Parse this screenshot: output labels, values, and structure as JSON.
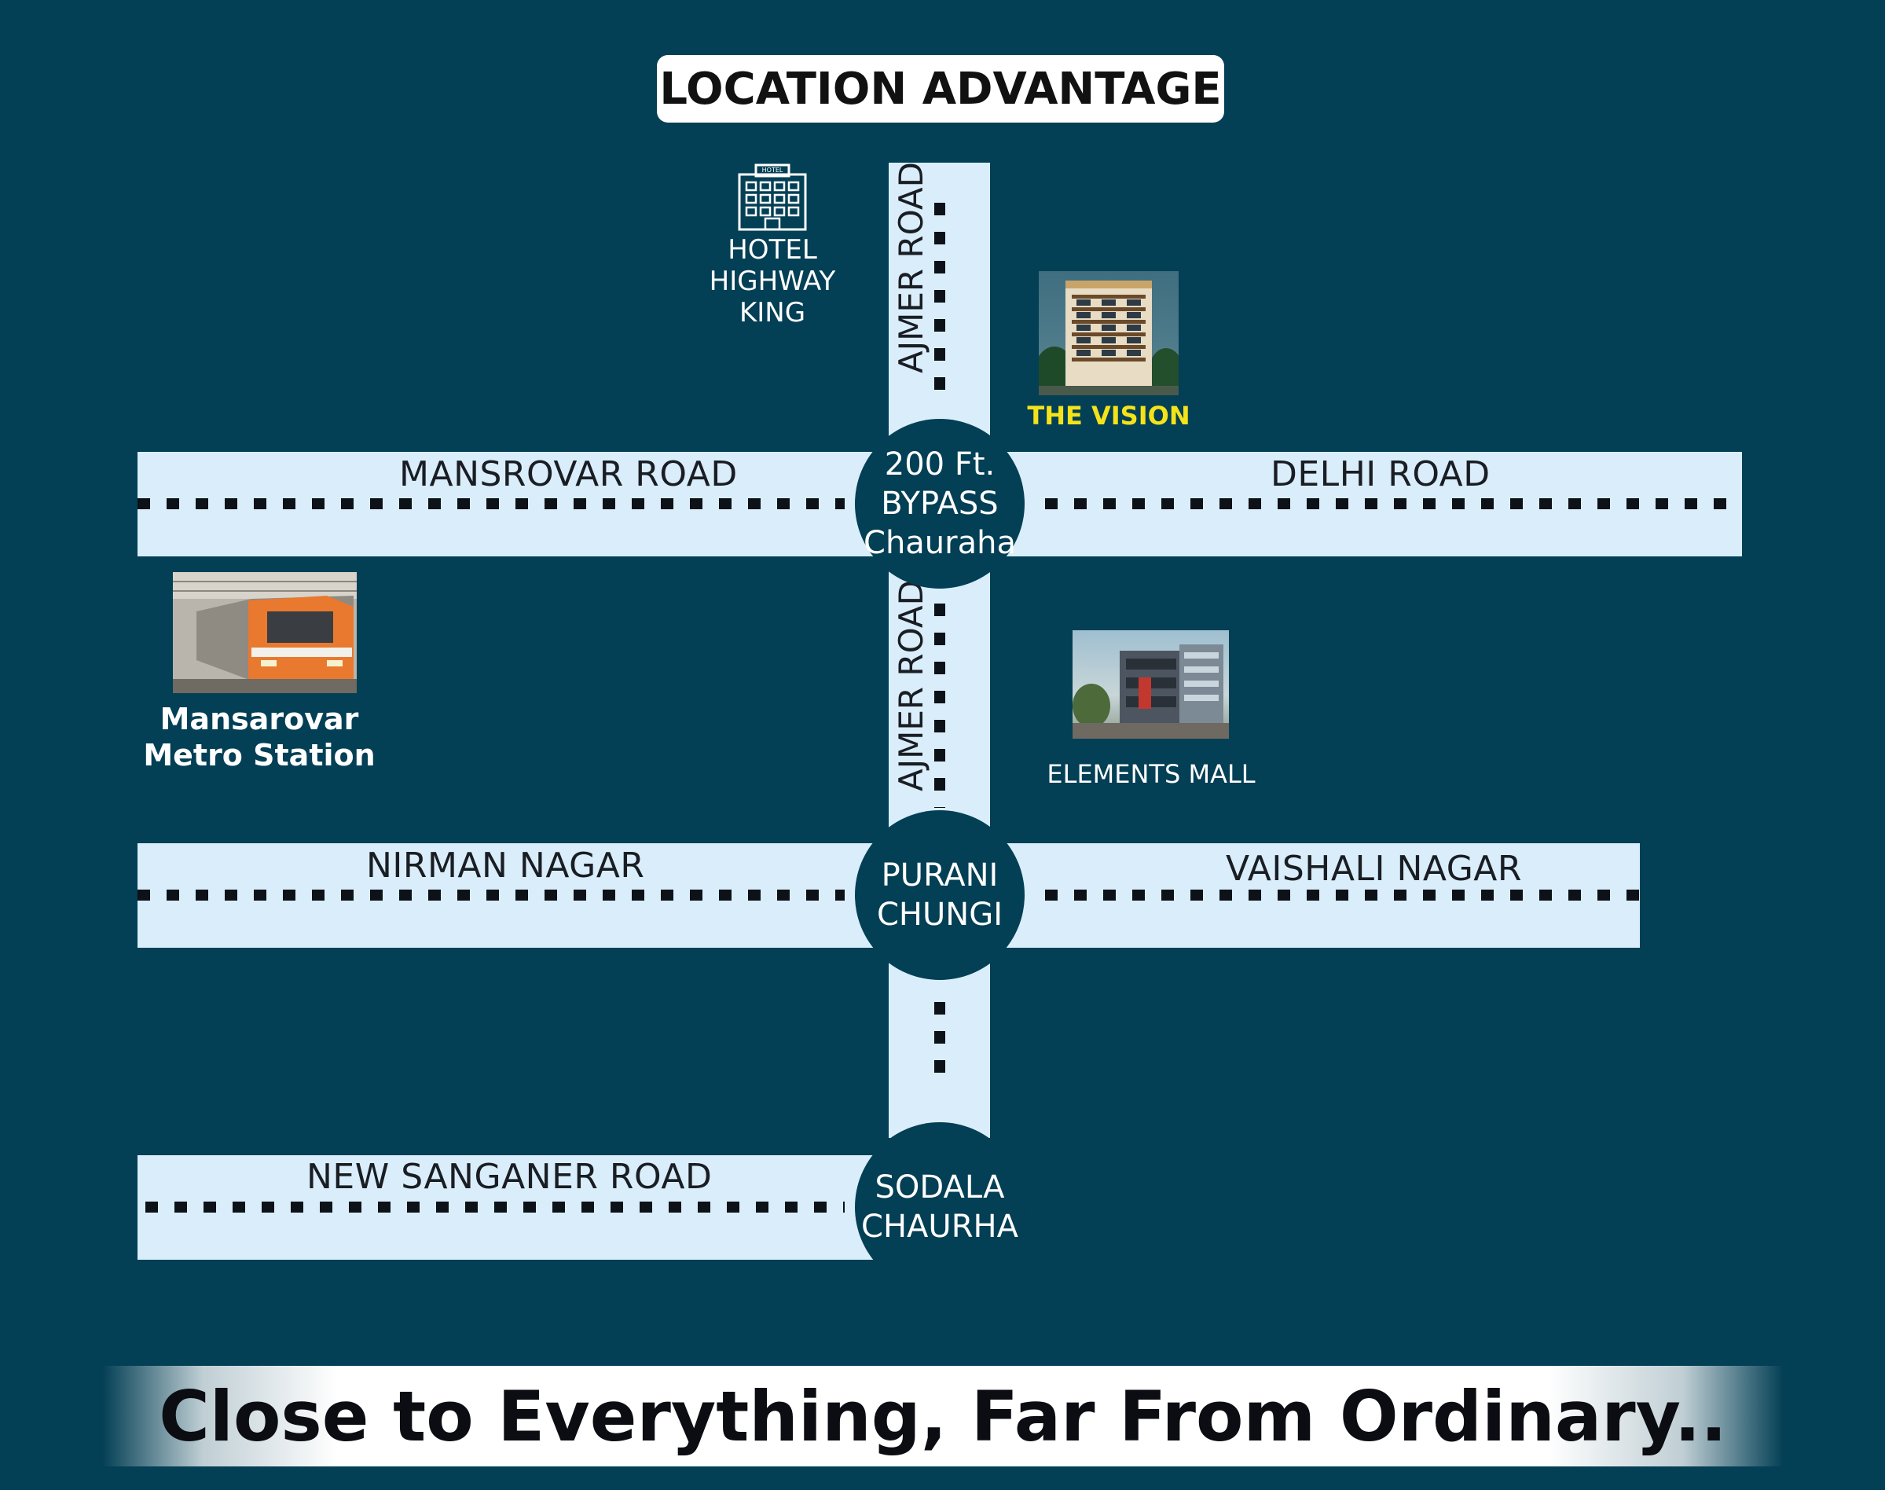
{
  "title": "LOCATION ADVANTAGE",
  "footer": "Close to Everything, Far From Ordinary..",
  "junctions": {
    "bypass": "200 Ft.\nBYPASS\nChauraha",
    "purani": "PURANI\nCHUNGI",
    "sodala": "SODALA\nCHAURHA"
  },
  "roads": {
    "ajmer_top": "AJMER ROAD",
    "ajmer_mid": "AJMER ROAD",
    "mansrovar": "MANSROVAR ROAD",
    "delhi": "DELHI ROAD",
    "nirman": "NIRMAN NAGAR",
    "vaishali": "VAISHALI NAGAR",
    "new_sanganer": "NEW SANGANER ROAD"
  },
  "landmarks": {
    "hotel": "HOTEL\nHIGHWAY KING",
    "hotel_sign": "HOTEL",
    "vision": "THE VISION",
    "metro": "Mansarovar\nMetro Station",
    "mall": "ELEMENTS MALL"
  },
  "colors": {
    "background": "#033f55",
    "road": "#d9eefa",
    "vision_label": "#f4e31a"
  }
}
